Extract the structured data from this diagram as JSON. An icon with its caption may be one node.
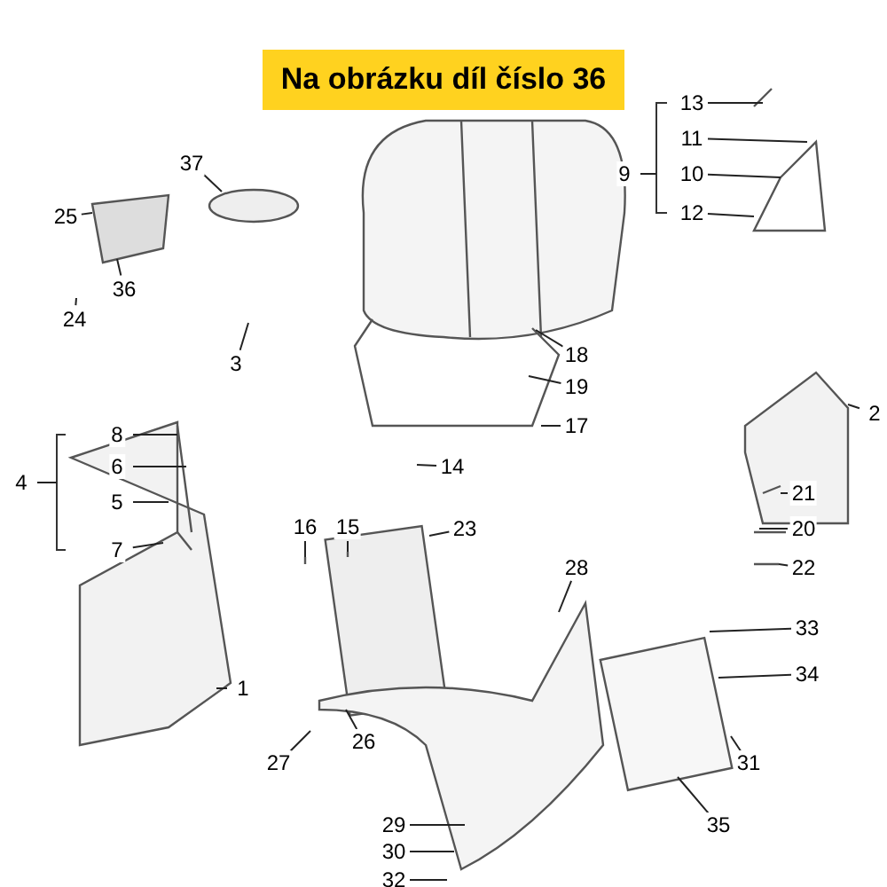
{
  "diagram": {
    "title": "Na obrázku díl číslo 36",
    "nodes": [
      {
        "text": [
          "37"
        ]
      },
      {
        "text": [
          "25"
        ]
      },
      {
        "text": [
          "13"
        ]
      },
      {
        "text": [
          "11"
        ]
      },
      {
        "text": [
          "9"
        ]
      },
      {
        "text": [
          "10"
        ]
      },
      {
        "text": [
          "12"
        ]
      },
      {
        "text": [
          "36"
        ]
      },
      {
        "text": [
          "24"
        ]
      },
      {
        "text": [
          "3"
        ]
      },
      {
        "text": [
          "18"
        ]
      },
      {
        "text": [
          "19"
        ]
      },
      {
        "text": [
          "17"
        ]
      },
      {
        "text": [
          "2"
        ]
      },
      {
        "text": [
          "8"
        ]
      },
      {
        "text": [
          "14"
        ]
      },
      {
        "text": [
          "6"
        ]
      },
      {
        "text": [
          "4"
        ]
      },
      {
        "text": [
          "5"
        ]
      },
      {
        "text": [
          "21"
        ]
      },
      {
        "text": [
          "16"
        ]
      },
      {
        "text": [
          "15"
        ]
      },
      {
        "text": [
          "23"
        ]
      },
      {
        "text": [
          "20"
        ]
      },
      {
        "text": [
          "7"
        ]
      },
      {
        "text": [
          "28"
        ]
      },
      {
        "text": [
          "22"
        ]
      },
      {
        "text": [
          "33"
        ]
      },
      {
        "text": [
          "34"
        ]
      },
      {
        "text": [
          "1"
        ]
      },
      {
        "text": [
          "26"
        ]
      },
      {
        "text": [
          "27"
        ]
      },
      {
        "text": [
          "31"
        ]
      },
      {
        "text": [
          "29"
        ]
      },
      {
        "text": [
          "35"
        ]
      },
      {
        "text": [
          "30"
        ]
      },
      {
        "text": [
          "32"
        ]
      }
    ],
    "edges": [
      {
        "from": 0,
        "to": null,
        "arrow": "none"
      },
      {
        "from": 1,
        "to": null,
        "arrow": "none"
      },
      {
        "from": 2,
        "to": null,
        "arrow": "none"
      },
      {
        "from": 3,
        "to": null,
        "arrow": "none"
      },
      {
        "from": 4,
        "to": null,
        "arrow": "none"
      },
      {
        "from": 5,
        "to": null,
        "arrow": "none"
      },
      {
        "from": 6,
        "to": null,
        "arrow": "none"
      },
      {
        "from": 7,
        "to": null,
        "arrow": "none"
      },
      {
        "from": 8,
        "to": null,
        "arrow": "none"
      },
      {
        "from": 9,
        "to": null,
        "arrow": "none"
      },
      {
        "from": 10,
        "to": null,
        "arrow": "none"
      },
      {
        "from": 11,
        "to": null,
        "arrow": "none"
      },
      {
        "from": 12,
        "to": null,
        "arrow": "none"
      },
      {
        "from": 13,
        "to": null,
        "arrow": "none"
      },
      {
        "from": 14,
        "to": null,
        "arrow": "none"
      },
      {
        "from": 15,
        "to": null,
        "arrow": "none"
      },
      {
        "from": 16,
        "to": null,
        "arrow": "none"
      },
      {
        "from": 17,
        "to": null,
        "arrow": "none"
      },
      {
        "from": 18,
        "to": null,
        "arrow": "none"
      },
      {
        "from": 19,
        "to": null,
        "arrow": "none"
      },
      {
        "from": 20,
        "to": null,
        "arrow": "none"
      },
      {
        "from": 21,
        "to": null,
        "arrow": "none"
      },
      {
        "from": 22,
        "to": null,
        "arrow": "none"
      },
      {
        "from": 23,
        "to": null,
        "arrow": "none"
      },
      {
        "from": 24,
        "to": null,
        "arrow": "none"
      },
      {
        "from": 25,
        "to": null,
        "arrow": "none"
      },
      {
        "from": 26,
        "to": null,
        "arrow": "none"
      },
      {
        "from": 27,
        "to": null,
        "arrow": "none"
      },
      {
        "from": 28,
        "to": null,
        "arrow": "none"
      },
      {
        "from": 29,
        "to": null,
        "arrow": "none"
      },
      {
        "from": 30,
        "to": null,
        "arrow": "none"
      },
      {
        "from": 31,
        "to": null,
        "arrow": "none"
      },
      {
        "from": 32,
        "to": null,
        "arrow": "none"
      },
      {
        "from": 33,
        "to": null,
        "arrow": "none"
      },
      {
        "from": 34,
        "to": null,
        "arrow": "none"
      },
      {
        "from": 35,
        "to": null,
        "arrow": "none"
      },
      {
        "from": 36,
        "to": null,
        "arrow": "none"
      }
    ]
  }
}
